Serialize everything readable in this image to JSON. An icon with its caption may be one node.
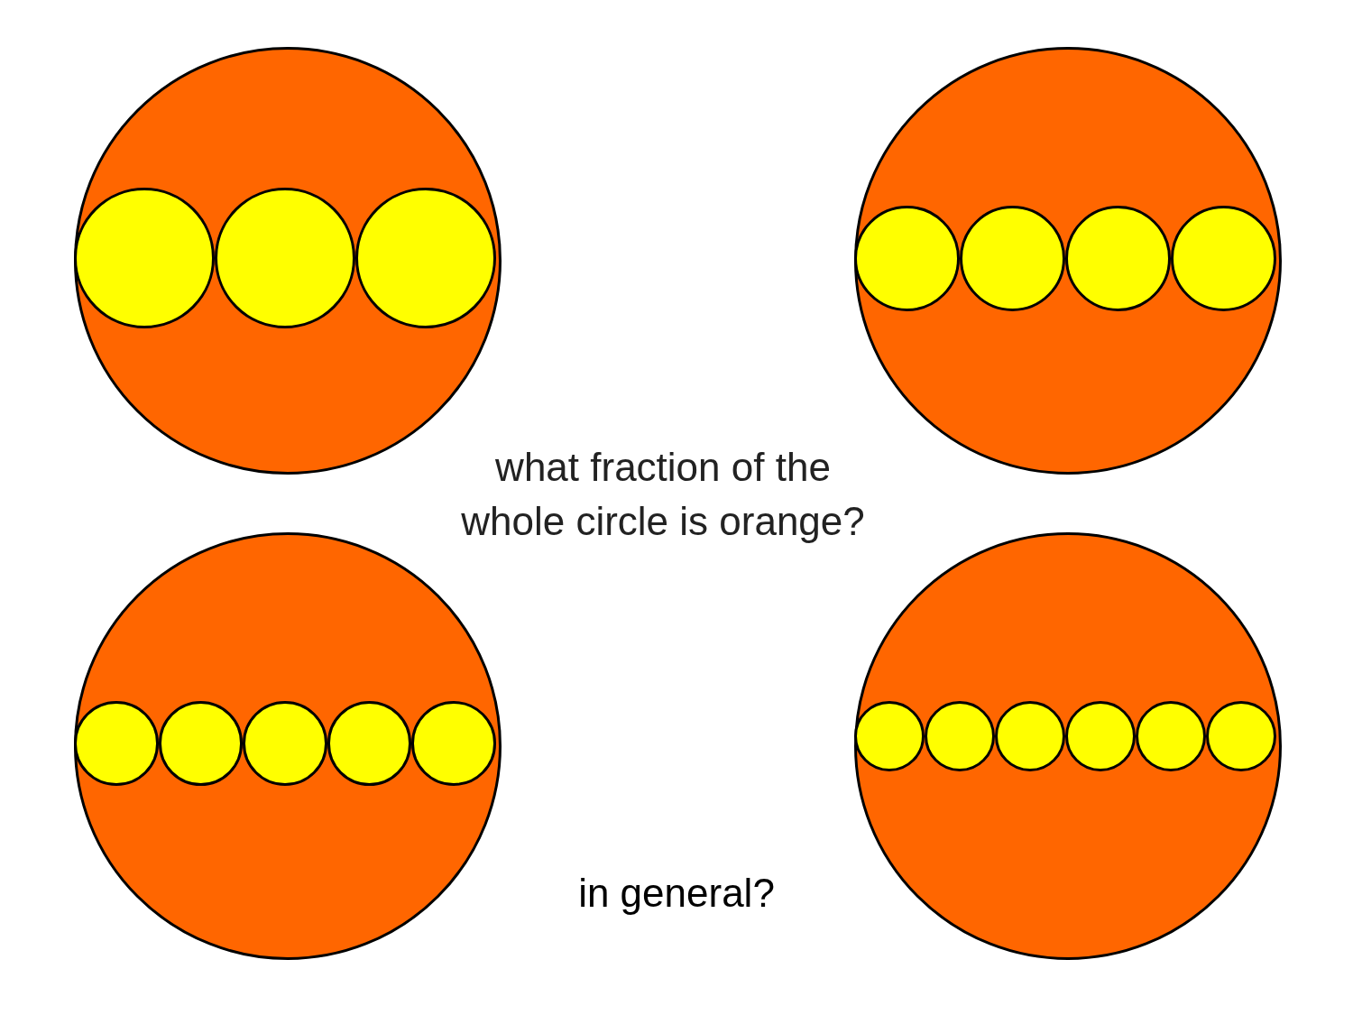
{
  "diagram": {
    "nodes": [
      {
        "text": [],
        "shape": "circle"
      },
      {
        "text": [],
        "shape": "circle",
        "in": 0
      },
      {
        "text": [],
        "shape": "circle",
        "in": 0
      },
      {
        "text": [],
        "shape": "circle",
        "in": 0
      },
      {
        "text": [],
        "shape": "circle"
      },
      {
        "text": [],
        "shape": "circle",
        "in": 4
      },
      {
        "text": [],
        "shape": "circle",
        "in": 4
      },
      {
        "text": [],
        "shape": "circle",
        "in": 4
      },
      {
        "text": [],
        "shape": "circle",
        "in": 4
      },
      {
        "text": [],
        "shape": "circle"
      },
      {
        "text": [],
        "shape": "circle",
        "in": 9
      },
      {
        "text": [],
        "shape": "circle",
        "in": 9
      },
      {
        "text": [],
        "shape": "circle",
        "in": 9
      },
      {
        "text": [],
        "shape": "circle",
        "in": 9
      },
      {
        "text": [],
        "shape": "circle",
        "in": 9
      },
      {
        "text": [],
        "shape": "circle"
      },
      {
        "text": [],
        "shape": "circle",
        "in": 15
      },
      {
        "text": [],
        "shape": "circle",
        "in": 15
      },
      {
        "text": [],
        "shape": "circle",
        "in": 15
      },
      {
        "text": [],
        "shape": "circle",
        "in": 15
      },
      {
        "text": [],
        "shape": "circle",
        "in": 15
      },
      {
        "text": [],
        "shape": "circle",
        "in": 15
      }
    ],
    "labels": [
      "what fraction of the whole circle is orange?",
      "in general?"
    ]
  }
}
